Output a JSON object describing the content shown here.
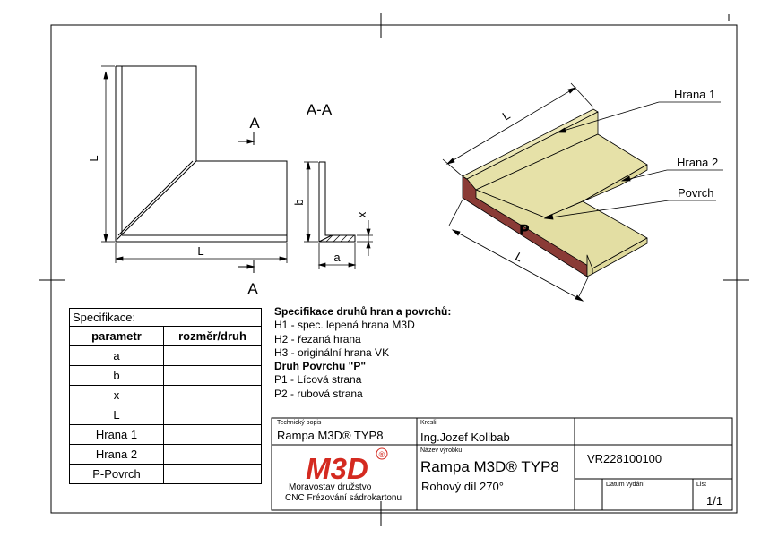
{
  "drawing": {
    "label_L_side": "L",
    "label_L_bottom": "L",
    "label_A_top": "A",
    "label_A_bottom": "A",
    "section_title": "A-A",
    "label_b": "b",
    "label_x": "x",
    "label_a": "a",
    "label_L_iso_top": "L",
    "label_L_iso_bottom": "L",
    "label_P": "P",
    "callout_hrana1": "Hrana 1",
    "callout_hrana2": "Hrana 2",
    "callout_povrch": "Povrch"
  },
  "spec_text": {
    "heading": "Specifikace druhů hran a povrchů:",
    "h1": "H1 - spec. lepená hrana M3D",
    "h2": "H2 - řezaná hrana",
    "h3": "H3 - originální hrana VK",
    "surface_heading": "Druh Povrchu \"P\"",
    "p1": "P1 - Lícová strana",
    "p2": "P2 - rubová strana"
  },
  "param_table": {
    "title": "Specifikace:",
    "col_param": "parametr",
    "col_value": "rozměr/druh",
    "rows": [
      "a",
      "b",
      "x",
      "L",
      "Hrana 1",
      "Hrana 2",
      "P-Povrch"
    ]
  },
  "title_block": {
    "tech_label": "Technický popis",
    "tech_value": "Rampa M3D® TYP8",
    "drawn_label": "Kreslil",
    "drawn_value": "Ing.Jozef Kolibab",
    "name_label": "Název výrobku",
    "product_name": "Rampa M3D® TYP8",
    "product_sub": "Rohový díl 270°",
    "drawing_no": "VR228100100",
    "date_label": "Datum vydání",
    "sheet_label": "List",
    "sheet_value": "1/1",
    "logo_text": "M3D",
    "logo_reg": "®",
    "company_line1": "Moravostav družstvo",
    "company_line2": "CNC Frézování sádrokartonu"
  },
  "colors": {
    "logo_red": "#d42a20",
    "panel_face": "#e6e1a8",
    "panel_top": "#ece7b6",
    "edge_brown": "#8a3b36"
  }
}
